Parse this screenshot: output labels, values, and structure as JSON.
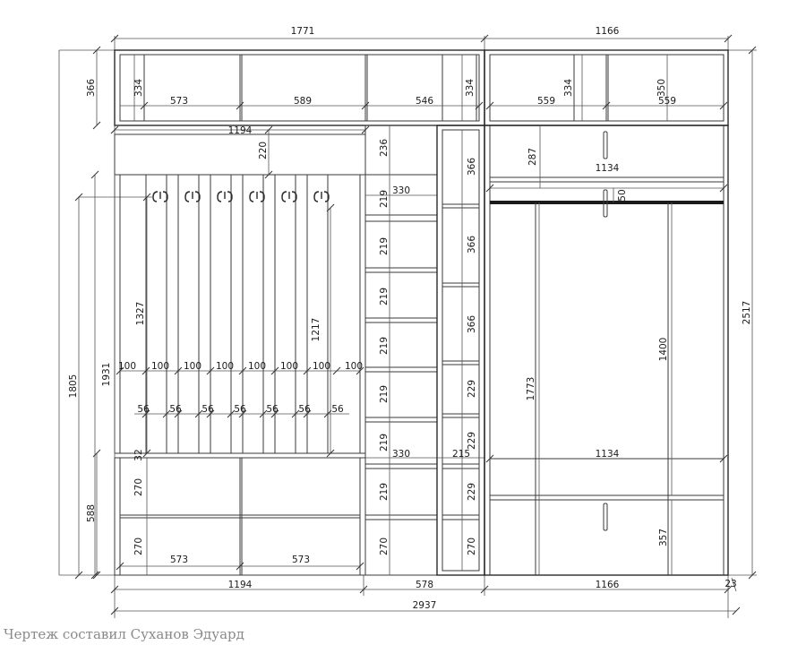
{
  "credit": "Чертеж составил Суханов Эдуард",
  "dims": {
    "d1771": "1771",
    "d1166t": "1166",
    "d366": "366",
    "d334a": "334",
    "d573a": "573",
    "d589": "589",
    "d546": "546",
    "d334b": "334",
    "d559a": "559",
    "d334c": "334",
    "d350": "350",
    "d559b": "559",
    "d1194t": "1194",
    "d220": "220",
    "d236": "236",
    "d366a": "366",
    "d287": "287",
    "d1134a": "1134",
    "d330a": "330",
    "d219a": "219",
    "d50": "50",
    "d219b": "219",
    "d366b": "366",
    "d1327": "1327",
    "d219c": "219",
    "d1217": "1217",
    "d366c": "366",
    "d2517": "2517",
    "d1805": "1805",
    "d1931": "1931",
    "d219d": "219",
    "d1400": "1400",
    "h100": "100",
    "h56": "56",
    "d219e": "219",
    "d229a": "229",
    "d1773": "1773",
    "d219f": "219",
    "d229b": "229",
    "d32": "32",
    "d330b": "330",
    "d215": "215",
    "d1134b": "1134",
    "d270a": "270",
    "d219g": "219",
    "d229c": "229",
    "d588": "588",
    "d270b": "270",
    "d573b": "573",
    "d573c": "573",
    "d270c": "270",
    "d270d": "270",
    "d357": "357",
    "d1194b": "1194",
    "d578": "578",
    "d1166b": "1166",
    "d23": "23",
    "d2937": "2937"
  }
}
